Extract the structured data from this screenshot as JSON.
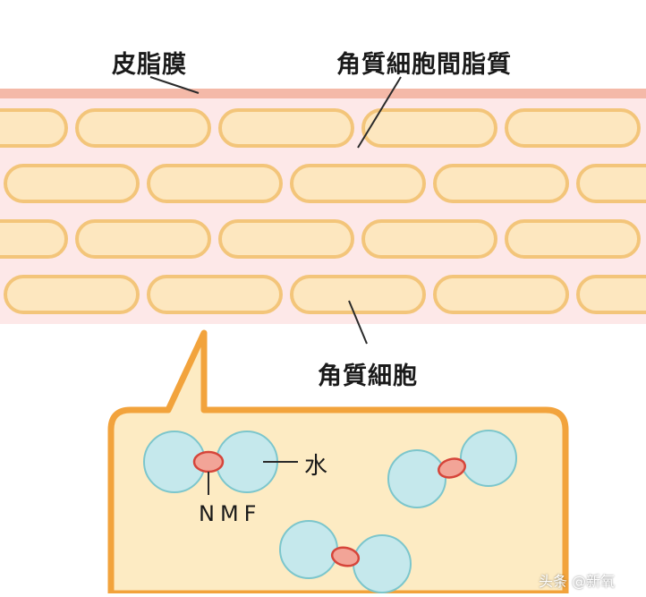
{
  "labels": {
    "sebum_membrane": "皮脂膜",
    "intercellular_lipid": "角質細胞間脂質",
    "corneocyte": "角質細胞",
    "water": "水",
    "nmf": "NMF"
  },
  "watermark": "头条 @新氧",
  "colors": {
    "sebum_layer": "#f4b9a8",
    "lipid_background": "#fde8e8",
    "cell_fill": "#fde7bf",
    "cell_stroke": "#f3c57a",
    "bubble_fill": "#fdebc3",
    "bubble_stroke": "#f2a33c",
    "water_fill": "#c5e8ec",
    "water_stroke": "#7cc6cc",
    "nmf_fill": "#f2a497",
    "nmf_stroke": "#d6453a",
    "line": "#2a2a2a"
  }
}
